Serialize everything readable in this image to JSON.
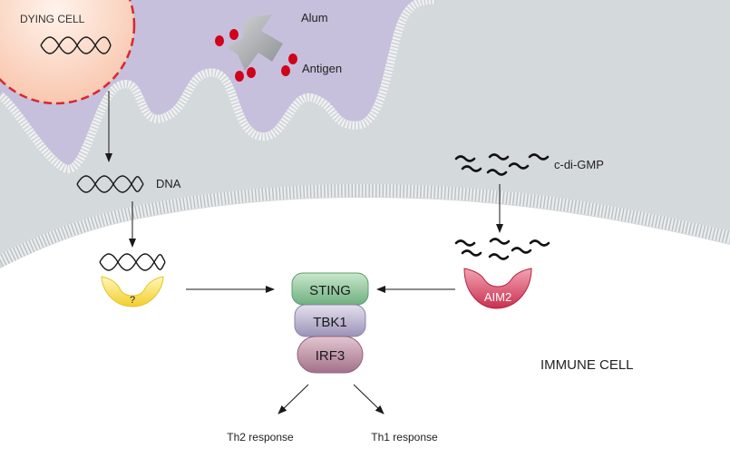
{
  "labels": {
    "dying_cell": "DYING CELL",
    "alum": "Alum",
    "antigen": "Antigen",
    "dna": "DNA",
    "c_di_gmp": "c-di-GMP",
    "unknown_sensor": "?",
    "aim2": "AIM2",
    "sting": "STING",
    "tbk1": "TBK1",
    "irf3": "IRF3",
    "immune_cell": "IMMUNE CELL",
    "th2": "Th2 response",
    "th1": "Th1 response"
  },
  "colors": {
    "extracellular": "#c6c0dc",
    "cytoplasm_band": "#d2d7d9",
    "membrane": "#e9eced",
    "dying_cell_fill": "#fbd8c6",
    "dying_cell_border": "#d9262c",
    "antigen": "#d0021b",
    "alum": "#a6a8ab",
    "sting": "#8fc79b",
    "tbk1": "#b3acc7",
    "irf3": "#b98fa0",
    "aim2": "#d6506b",
    "unknown_sensor": "#f6d94c",
    "arrow": "#1a1a1a"
  },
  "icons": [
    "dna-helix-icon",
    "alum-crystal-icon",
    "antigen-dot-icon",
    "c-di-gmp-squiggle-icon",
    "arrow-icon"
  ]
}
